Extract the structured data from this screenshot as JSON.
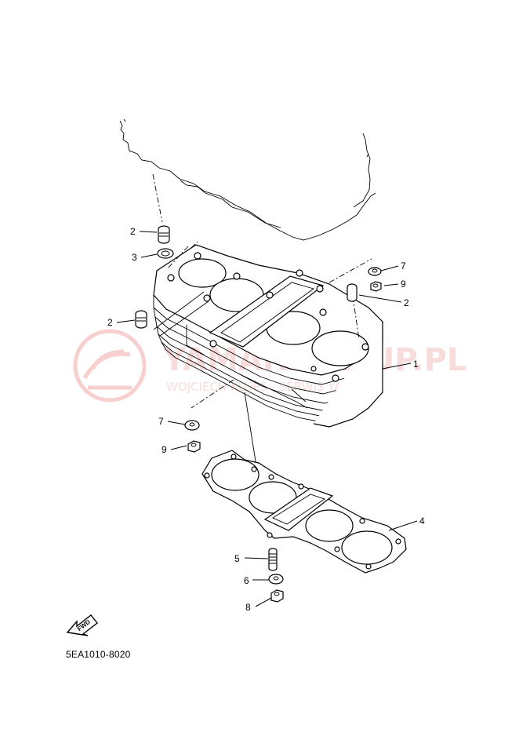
{
  "watermark": {
    "title": "YAMAHA-KLUP.PL",
    "subtitle": "WOJCIECH KLUPŚ - SERWIS YAMAHA",
    "color": "#f2b8b8"
  },
  "diagram_code": "5EA1010-8020",
  "fwd_label": "FWD",
  "callouts": [
    {
      "id": "c2a",
      "label": "2"
    },
    {
      "id": "c3",
      "label": "3"
    },
    {
      "id": "c2b",
      "label": "2"
    },
    {
      "id": "c7a",
      "label": "7"
    },
    {
      "id": "c9a",
      "label": "9"
    },
    {
      "id": "c2c",
      "label": "2"
    },
    {
      "id": "c1",
      "label": "1"
    },
    {
      "id": "c7b",
      "label": "7"
    },
    {
      "id": "c9b",
      "label": "9"
    },
    {
      "id": "c4",
      "label": "4"
    },
    {
      "id": "c5",
      "label": "5"
    },
    {
      "id": "c6",
      "label": "6"
    },
    {
      "id": "c8",
      "label": "8"
    }
  ]
}
